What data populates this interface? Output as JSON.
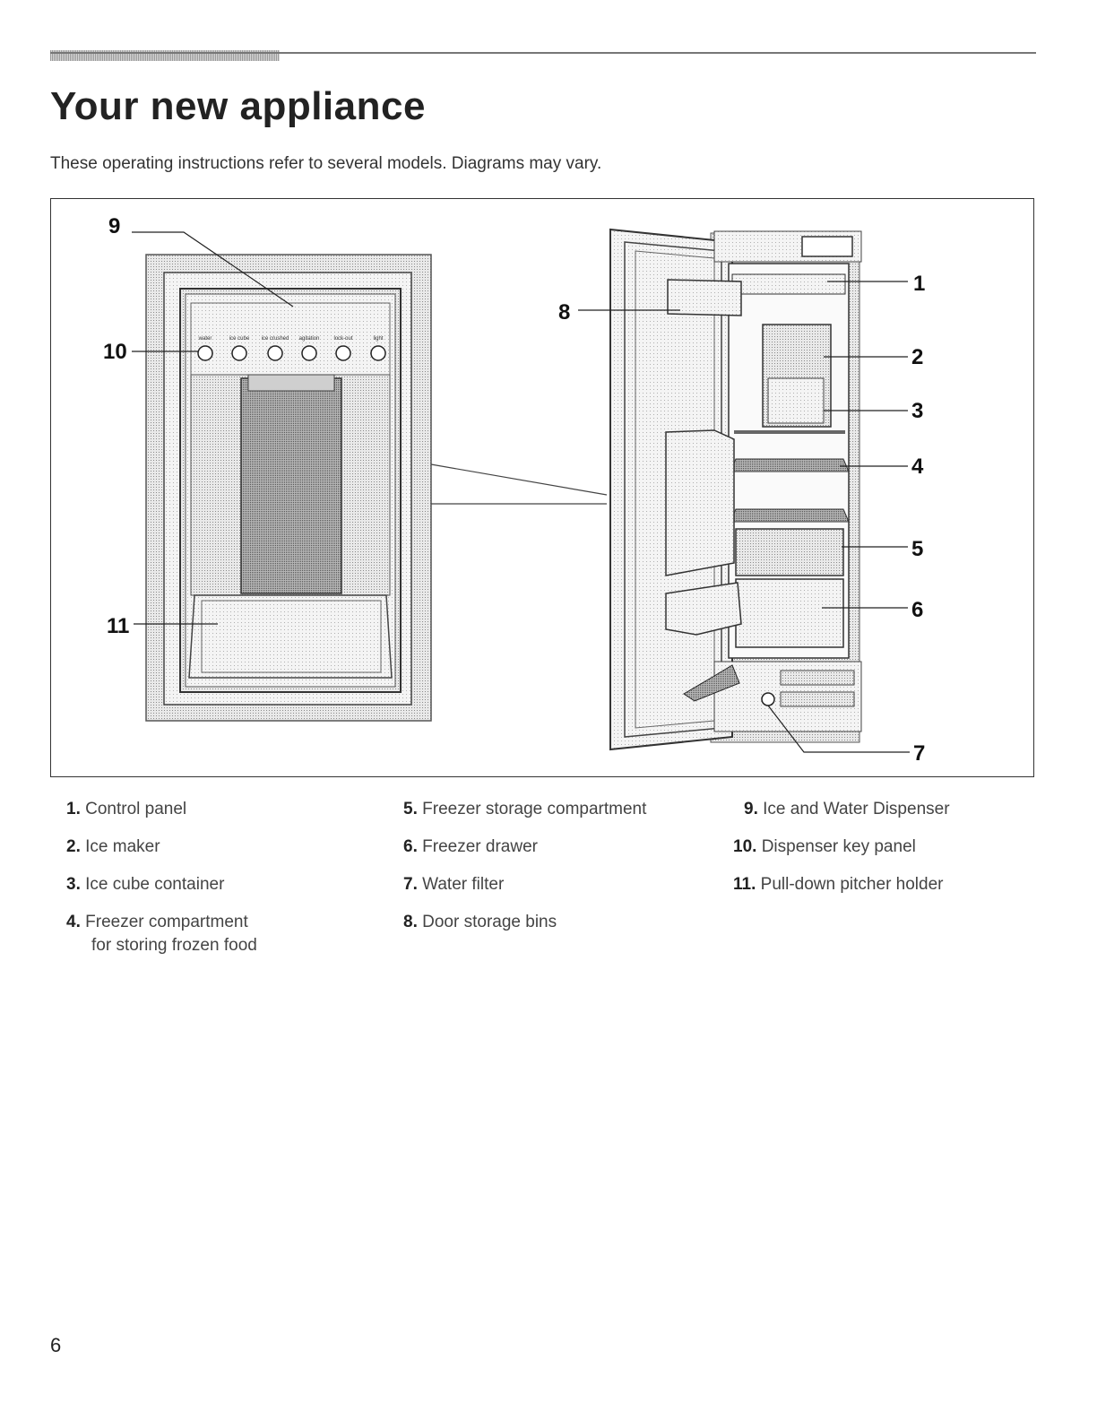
{
  "header": {
    "title": "Your new appliance",
    "intro": "These operating instructions refer to several models. Diagrams may vary."
  },
  "figure": {
    "callouts": [
      "1",
      "2",
      "3",
      "4",
      "5",
      "6",
      "7",
      "8",
      "9",
      "10",
      "11"
    ],
    "dispenser_buttons": [
      "water",
      "ice cube",
      "ice crushed",
      "agitation",
      "lock-out",
      "light"
    ]
  },
  "legend": {
    "columns": [
      [
        {
          "num": "1.",
          "text": "Control panel"
        },
        {
          "num": "2.",
          "text": "Ice maker"
        },
        {
          "num": "3.",
          "text": "Ice cube container"
        },
        {
          "num": "4.",
          "text": "Freezer compartment",
          "text2": "for storing frozen food"
        }
      ],
      [
        {
          "num": "5.",
          "text": "Freezer storage compartment"
        },
        {
          "num": "6.",
          "text": "Freezer drawer"
        },
        {
          "num": "7.",
          "text": "Water filter"
        },
        {
          "num": "8.",
          "text": "Door storage bins"
        }
      ],
      [
        {
          "num": "9.",
          "text": "Ice and Water Dispenser"
        },
        {
          "num": "10.",
          "text": "Dispenser key panel"
        },
        {
          "num": "11.",
          "text": "Pull-down pitcher holder"
        }
      ]
    ]
  },
  "footer": {
    "page_number": "6"
  }
}
